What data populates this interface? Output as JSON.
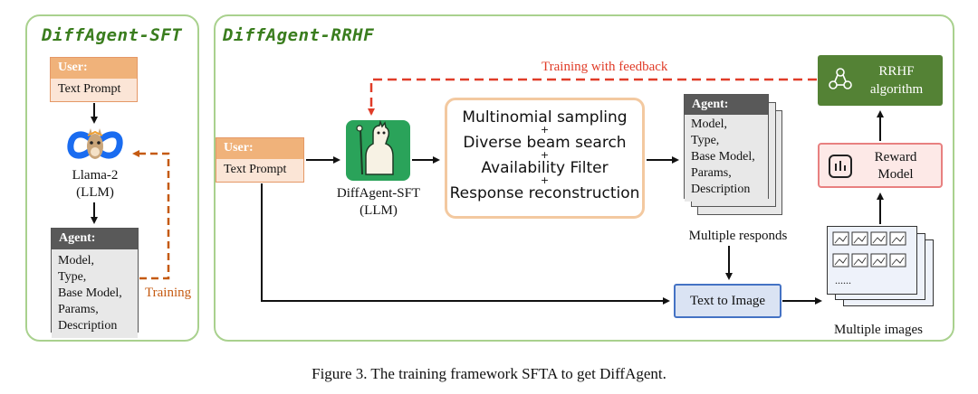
{
  "sft_panel": {
    "title": "DiffAgent-SFT",
    "user_header": "User:",
    "user_prompt": "Text Prompt",
    "llm_name": "Llama-2",
    "llm_type": "(LLM)",
    "agent_header": "Agent:",
    "agent_fields": [
      "Model,",
      "Type,",
      "Base Model,",
      "Params,",
      "Description"
    ],
    "training_label": "Training"
  },
  "rrhf_panel": {
    "title": "DiffAgent-RRHF",
    "feedback_label": "Training with feedback",
    "user_header": "User:",
    "user_prompt": "Text Prompt",
    "model_name": "DiffAgent-SFT",
    "model_type": "(LLM)",
    "methods": [
      "Multinomial sampling",
      "Diverse beam search",
      "Availability Filter",
      "Response reconstruction"
    ],
    "plus": "+",
    "agent_header": "Agent:",
    "agent_fields": [
      "Model,",
      "Type,",
      "Base Model,",
      "Params,",
      "Description"
    ],
    "multiple_responds": "Multiple responds",
    "text_to_image": "Text to Image",
    "multiple_images": "Multiple images",
    "images_ellipsis": "......",
    "reward_model": [
      "Reward",
      "Model"
    ],
    "rrhf_algorithm": [
      "RRHF",
      "algorithm"
    ]
  },
  "caption": "Figure 3. The training framework SFTA to get DiffAgent.",
  "colors": {
    "panel_border": "#a9d18e",
    "title_green": "#3a7d1e",
    "feedback_red": "#e03c28",
    "training_orange": "#c55a11",
    "rrhf_green": "#548235",
    "reward_border": "#e88080",
    "reward_fill": "#fde9e7",
    "t2i_border": "#4472c4",
    "t2i_fill": "#dae3f3"
  }
}
